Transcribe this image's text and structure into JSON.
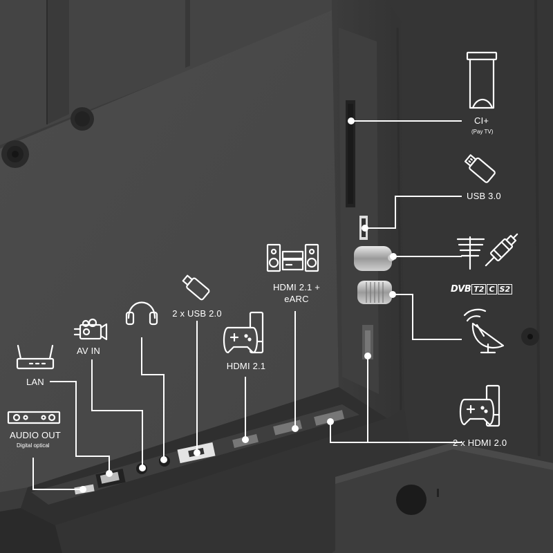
{
  "ports": {
    "ci_plus": {
      "label": "CI+",
      "sublabel": "(Pay TV)"
    },
    "usb30": {
      "label": "USB 3.0"
    },
    "usb20": {
      "label": "2 x USB 2.0"
    },
    "hdmi21_earc": {
      "line1": "HDMI 2.1 +",
      "line2": "eARC"
    },
    "hdmi21": {
      "label": "HDMI 2.1"
    },
    "hdmi20": {
      "label": "2 x HDMI 2.0"
    },
    "av_in": {
      "label": "AV IN"
    },
    "lan": {
      "label": "LAN"
    },
    "audio_out": {
      "label": "AUDIO OUT",
      "sublabel": "Digital optical"
    },
    "dvb": {
      "prefix": "DVB",
      "t2": "T2",
      "c": "C",
      "s2": "S2"
    }
  },
  "icons": [
    "ci-card-icon",
    "usb-stick-icon",
    "antenna-icon",
    "coax-plug-icon",
    "satellite-dish-icon",
    "gamepad-console-icon",
    "speaker-system-icon",
    "headphones-icon",
    "camcorder-icon",
    "router-icon",
    "optical-receiver-icon"
  ],
  "colors": {
    "panel": "#4a4a4a",
    "panel_dark": "#2b2b2b",
    "line": "#ffffff",
    "text": "#ffffff"
  }
}
